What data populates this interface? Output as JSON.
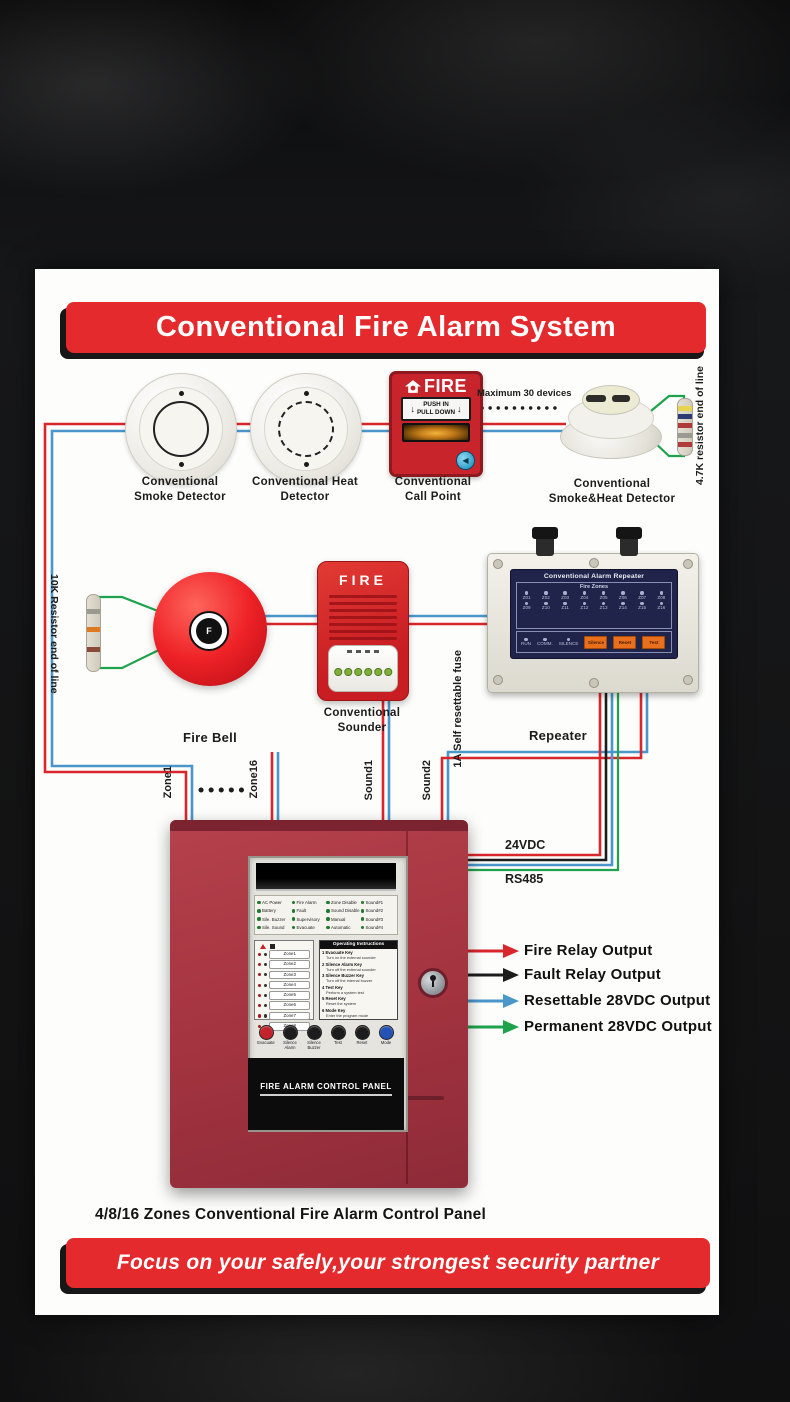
{
  "colors": {
    "wire-red": "#d8262c",
    "wire-blue": "#4a96cb",
    "wire-green": "#1fa24c",
    "wire-black": "#1d1d1d",
    "banner-red": "#e42a2d",
    "device-red": "#c7242c",
    "repeater-navy": "#20244a",
    "btn-orange": "#e8701c",
    "led-green": "#7fae3a"
  },
  "banners": {
    "title": "Conventional Fire Alarm System",
    "subtitle": "4/8/16 Zones Conventional Fire Alarm Control Panel",
    "footer": "Focus on your safely,your strongest security partner"
  },
  "top_row": {
    "smoke_detector": "Conventional Smoke Detector",
    "heat_detector": "Conventional Heat Detector",
    "call_point": "Conventional Call Point",
    "smoke_heat_detector": "Conventional Smoke&Heat Detector",
    "max_devices": "Maximum 30 devices",
    "eol_right": "4.7K resistor end of line",
    "call_point_fire": "FIRE",
    "call_point_push": "PUSH IN",
    "call_point_pull": "PULL DOWN"
  },
  "middle_row": {
    "fire_bell": "Fire Bell",
    "sounder": "Conventional Sounder",
    "sounder_fire": "FIRE",
    "repeater": "Repeater",
    "eol_left": "10K Resistor end of line",
    "fuse": "1A Self resettable fuse"
  },
  "repeater_panel": {
    "title": "Conventional Alarm Repeater",
    "zones_header": "Fire Zones",
    "zones": [
      "Z01",
      "Z02",
      "Z03",
      "Z04",
      "Z05",
      "Z06",
      "Z07",
      "Z08",
      "Z09",
      "Z10",
      "Z11",
      "Z12",
      "Z13",
      "Z14",
      "Z15",
      "Z16"
    ],
    "status_leds": [
      "RUN",
      "COMM.",
      "SILENCE"
    ],
    "buttons": [
      "Silence",
      "Reset",
      "Test"
    ]
  },
  "wiring": {
    "zone1": "Zone1",
    "zone16": "Zone16",
    "sound1": "Sound1",
    "sound2": "Sound2",
    "vdc": "24VDC",
    "rs485": "RS485"
  },
  "outputs": [
    {
      "label": "Fire Relay Output",
      "color": "#d8262c"
    },
    {
      "label": "Fault Relay Output",
      "color": "#1d1d1d"
    },
    {
      "label": "Resettable 28VDC Output",
      "color": "#2f9ad2"
    },
    {
      "label": "Permanent 28VDC Output",
      "color": "#1d9a50"
    }
  ],
  "control_panel": {
    "status_leds": [
      "AC Power",
      "Fire Alarm",
      "Zone Disable",
      "Sound#1",
      "Battery",
      "Fault",
      "Sound Disable",
      "Sound#2",
      "Sile. Buzzer",
      "Supervisory",
      "Manual",
      "Sound#3",
      "Sile. Sound",
      "Evacuate",
      "Automatic",
      "Sound#4"
    ],
    "zones": [
      "Zone1",
      "Zone2",
      "Zone3",
      "Zone4",
      "Zone5",
      "Zone6",
      "Zone7",
      "Zone8"
    ],
    "instructions_title": "Operating Instructions",
    "instructions": [
      {
        "key": "Evacuate Key",
        "desc": "Turn on the external sounder"
      },
      {
        "key": "Silence Alarm Key",
        "desc": "Turn off the external sounder"
      },
      {
        "key": "Silence Buzzer Key",
        "desc": "Turn off the internal buzzer"
      },
      {
        "key": "Test Key",
        "desc": "Perform a system test"
      },
      {
        "key": "Reset Key",
        "desc": "Reset the system"
      },
      {
        "key": "Mode Key",
        "desc": "Enter the program mode"
      }
    ],
    "buttons": [
      {
        "label": "Evacuate",
        "color": "#c4232b"
      },
      {
        "label": "Silence Alarm",
        "color": "#1c1c1c"
      },
      {
        "label": "Silence Buzzer",
        "color": "#1c1c1c"
      },
      {
        "label": "Test",
        "color": "#1c1c1c"
      },
      {
        "label": "Reset",
        "color": "#1c1c1c"
      },
      {
        "label": "Mode",
        "color": "#2453b8"
      }
    ],
    "bottom_label": "FIRE ALARM CONTROL PANEL"
  }
}
